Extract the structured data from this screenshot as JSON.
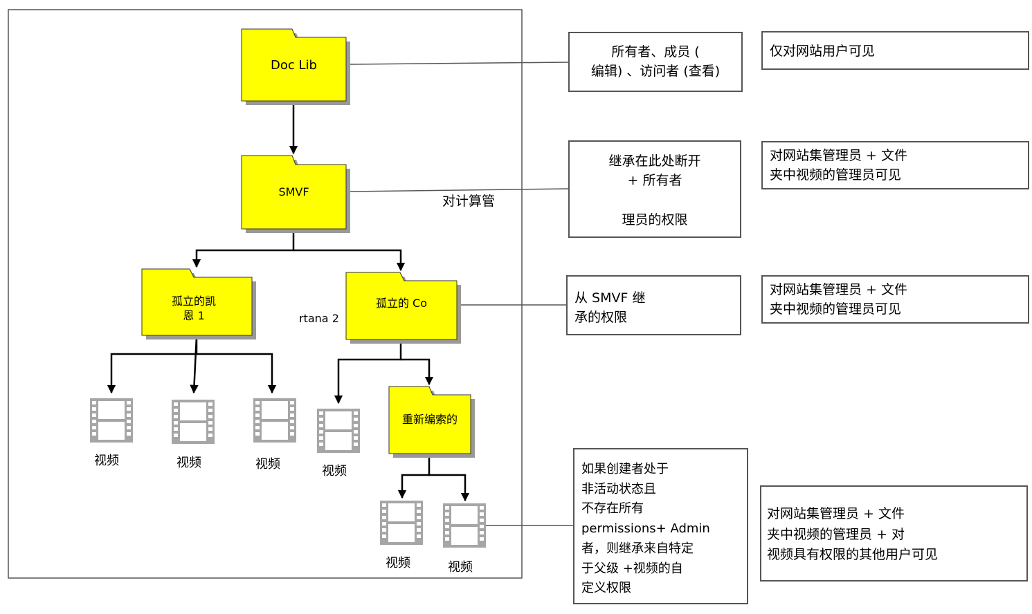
{
  "folders": {
    "doclib": "Doc Lib",
    "smvf": "SMVF",
    "orphan1_line1": "孤立的凯",
    "orphan1_line2": "恩 1",
    "orphan2": "孤立的 Co",
    "reindexed": "重新编索的"
  },
  "floating": {
    "rtana2": "rtana 2",
    "calc_admin": "对计算管"
  },
  "videos": {
    "label": "视频"
  },
  "permission_boxes": {
    "p1": "所有者、成员 (\n编辑) 、访问者 (查看)",
    "p2_line1": "继承在此处断开",
    "p2_line2": "+ 所有者",
    "p2_line3": "理员的权限",
    "p3": "从 SMVF 继\n承的权限",
    "p4": "如果创建者处于\n非活动状态且\n不存在所有\npermissions+ Admin\n者，则继承来自特定\n于父级 +视频的自\n定义权限"
  },
  "visibility_boxes": {
    "v1": "仅对网站用户可见",
    "v2": "对网站集管理员 + 文件\n夹中视频的管理员可见",
    "v3": "对网站集管理员 + 文件\n夹中视频的管理员可见",
    "v4": "对网站集管理员 + 文件\n夹中视频的管理员 + 对\n视频具有权限的其他用户可见"
  },
  "colors": {
    "folder_fill": "#ffff00",
    "shadow": "#999999",
    "video_icon": "#a6a6a6",
    "box_border": "#555555"
  }
}
